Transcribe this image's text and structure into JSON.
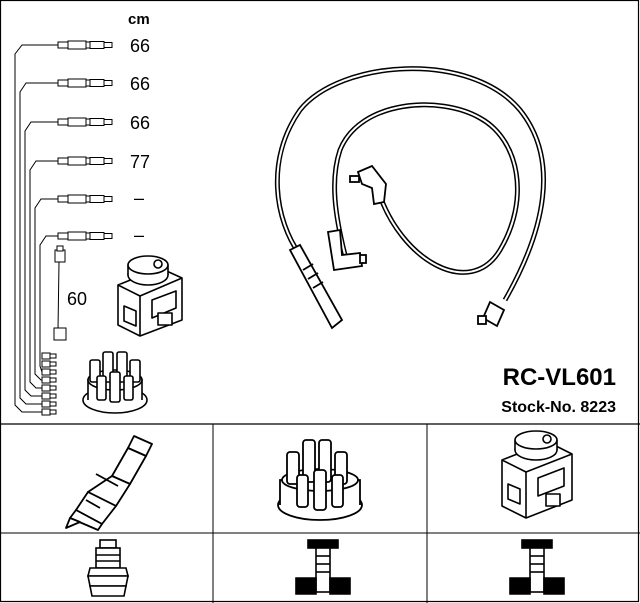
{
  "unit_label": "cm",
  "cable_lengths": [
    "66",
    "66",
    "66",
    "77",
    "–",
    "–"
  ],
  "coil_lead_length": "60",
  "part": {
    "code": "RC-VL601",
    "stock": "Stock-No. 8223"
  },
  "components": [
    {
      "name": "spark-plug",
      "icon": "spark-plug-icon"
    },
    {
      "name": "distributor-cap",
      "icon": "distributor-cap-icon"
    },
    {
      "name": "ignition-coil",
      "icon": "ignition-coil-icon"
    }
  ],
  "connector_types": [
    {
      "name": "plug-boot-connector",
      "icon": "straight-boot-icon"
    },
    {
      "name": "distributor-connector",
      "icon": "terminal-connector-icon"
    },
    {
      "name": "coil-connector",
      "icon": "terminal-connector-icon"
    }
  ]
}
